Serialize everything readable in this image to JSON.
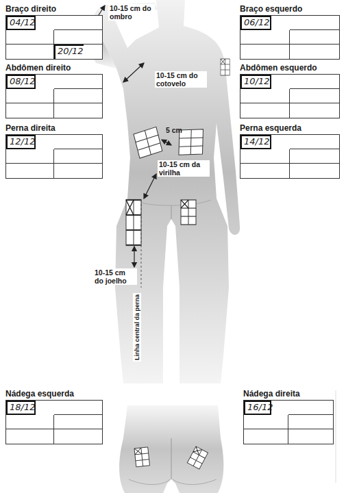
{
  "diagram": {
    "nodes": [
      {
        "text": [
          "Braço direito",
          "04/12",
          "20/12"
        ]
      },
      {
        "text": [
          "Braço esquerdo",
          "06/12"
        ]
      },
      {
        "text": [
          "Abdômen direito",
          "08/12"
        ]
      },
      {
        "text": [
          "Abdômen esquerdo",
          "10/12"
        ]
      },
      {
        "text": [
          "Perna direita",
          "12/12"
        ]
      },
      {
        "text": [
          "Perna esquerda",
          "14/12"
        ]
      },
      {
        "text": [
          "Nádega esquerda",
          "18/12"
        ]
      },
      {
        "text": [
          "Nádega direita",
          "16/12"
        ]
      }
    ],
    "labels": [
      "10-15 cm do ombro",
      "10-15 cm do cotovelo",
      "5 cm",
      "10-15 cm da virilha",
      "10-15 cm do joelho",
      "Linha central da perna"
    ]
  }
}
